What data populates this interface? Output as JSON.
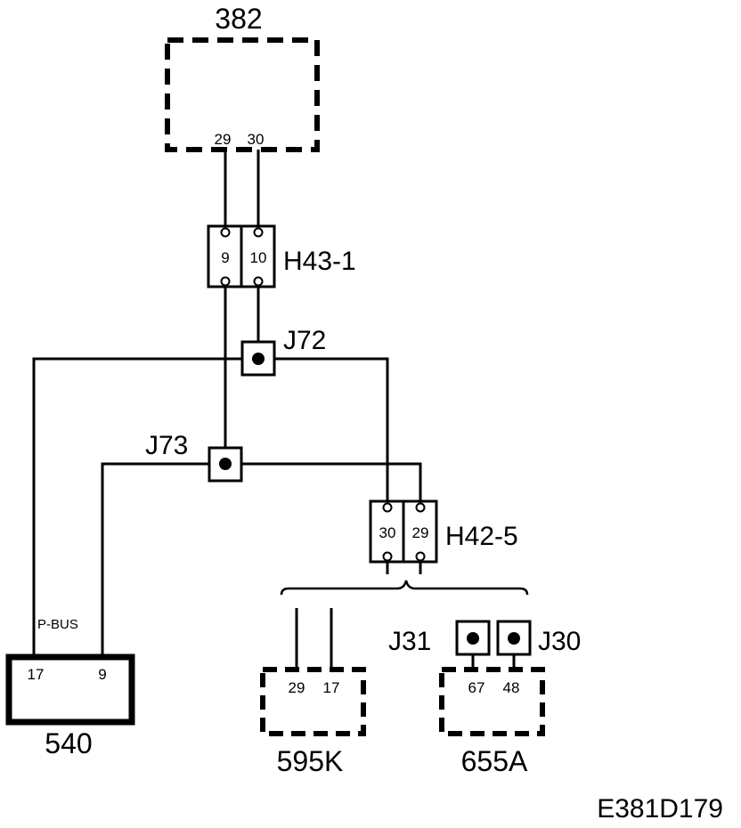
{
  "modules": {
    "m382": {
      "name": "382",
      "pins": [
        "29",
        "30"
      ]
    },
    "m540": {
      "name": "540",
      "pins": [
        "17",
        "9"
      ],
      "bus_label": "P-BUS"
    },
    "m595k": {
      "name": "595K",
      "pins": [
        "29",
        "17"
      ]
    },
    "m655a": {
      "name": "655A",
      "pins": [
        "67",
        "48"
      ]
    }
  },
  "connectors": {
    "h43": {
      "name": "H43-1",
      "pins": [
        "9",
        "10"
      ]
    },
    "h42": {
      "name": "H42-5",
      "pins": [
        "30",
        "29"
      ]
    }
  },
  "junctions": {
    "j72": "J72",
    "j73": "J73",
    "j31": "J31",
    "j30": "J30"
  },
  "figure_id": "E381D179"
}
